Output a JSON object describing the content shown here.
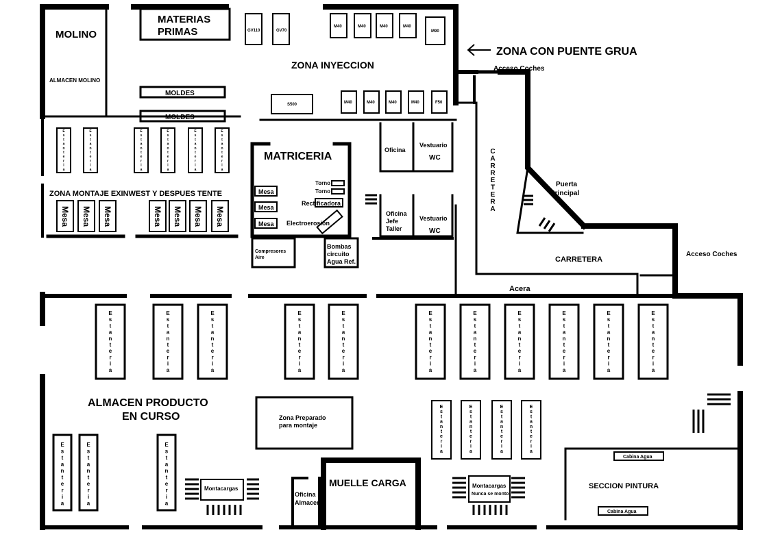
{
  "labels": {
    "molino": "MOLINO",
    "almacen_molino": "ALMACEN MOLINO",
    "materias_primas_1": "MATERIAS",
    "materias_primas_2": "PRIMAS",
    "zona_inyeccion": "ZONA INYECCION",
    "zona_puente_grua": "ZONA CON PUENTE GRUA",
    "acceso_coches_top": "Acceso Coches",
    "acceso_coches_right": "Acceso Coches",
    "moldes_1": "MOLDES",
    "moldes_2": "MOLDES",
    "matriceria": "MATRICERIA",
    "torno_1": "Torno",
    "torno_2": "Torno",
    "rectificadora": "Rectificadora",
    "electroerosion": "Electroerosión",
    "mesa_small": "Mesa",
    "compresores_1": "Compresores",
    "compresores_2": "Aire",
    "bombas_1": "Bombas",
    "bombas_2": "circuito",
    "bombas_3": "Agua Ref.",
    "oficina": "Oficina",
    "vestuario": "Vestuario",
    "wc": "WC",
    "oficina_jefe_1": "Oficina",
    "oficina_jefe_2": "Jefe",
    "oficina_jefe_3": "Taller",
    "carretera_vertical": "CARRETERA",
    "carretera": "CARRETERA",
    "puerta_1": "Puerta",
    "puerta_2": "Principal",
    "acera": "Acera",
    "zona_montaje": "ZONA MONTAJE EXINWEST Y DESPUES TENTE",
    "mesa": "Mesa",
    "estanteria": "Estanteria",
    "almacen_producto_1": "ALMACEN PRODUCTO",
    "almacen_producto_2": "EN CURSO",
    "zona_preparado_1": "Zona Preparado",
    "zona_preparado_2": "para montaje",
    "montacargas": "Montacargas",
    "nunca_monto": "Nunca se monto",
    "oficina_almacen_1": "Oficina",
    "oficina_almacen_2": "Almacen",
    "muelle_carga": "MUELLE CARGA",
    "seccion_pintura": "SECCION PINTURA",
    "cabina_agua": "Cabina Agua"
  },
  "machines": {
    "top": [
      "GV110",
      "GV70",
      "M40",
      "M40",
      "M40",
      "M40",
      "M90"
    ],
    "middle": [
      "S500",
      "M40",
      "M40",
      "M40",
      "M40",
      "F50"
    ]
  },
  "colors": {
    "wall": "#000000",
    "background": "#ffffff"
  }
}
